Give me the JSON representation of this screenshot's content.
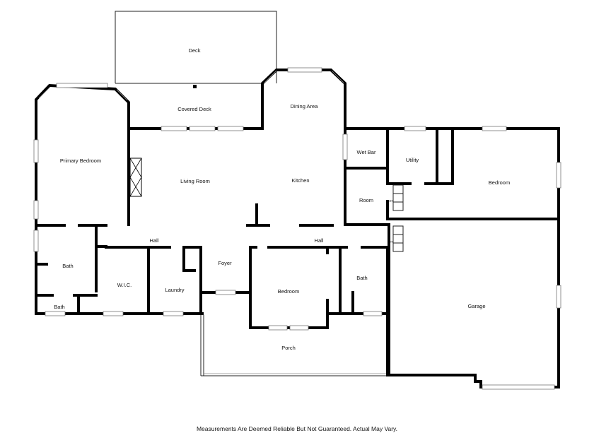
{
  "rooms": {
    "deck": "Deck",
    "covered_deck": "Covered Deck",
    "dining_area": "Dining Area",
    "primary_bedroom": "Primary Bedroom",
    "living_room": "Living Room",
    "kitchen": "Kitchen",
    "wet_bar": "Wet Bar",
    "utility": "Utility",
    "bedroom_east": "Bedroom",
    "room": "Room",
    "hall_west": "Hall",
    "hall_east": "Hall",
    "bath_primary": "Bath",
    "wic": "W.I.C.",
    "laundry": "Laundry",
    "foyer": "Foyer",
    "bedroom_center": "Bedroom",
    "bath_center": "Bath",
    "bath_small": "Bath",
    "garage": "Garage",
    "porch": "Porch"
  },
  "disclaimer": "Measurements Are Deemed Reliable But Not Guaranteed. Actual May Vary."
}
